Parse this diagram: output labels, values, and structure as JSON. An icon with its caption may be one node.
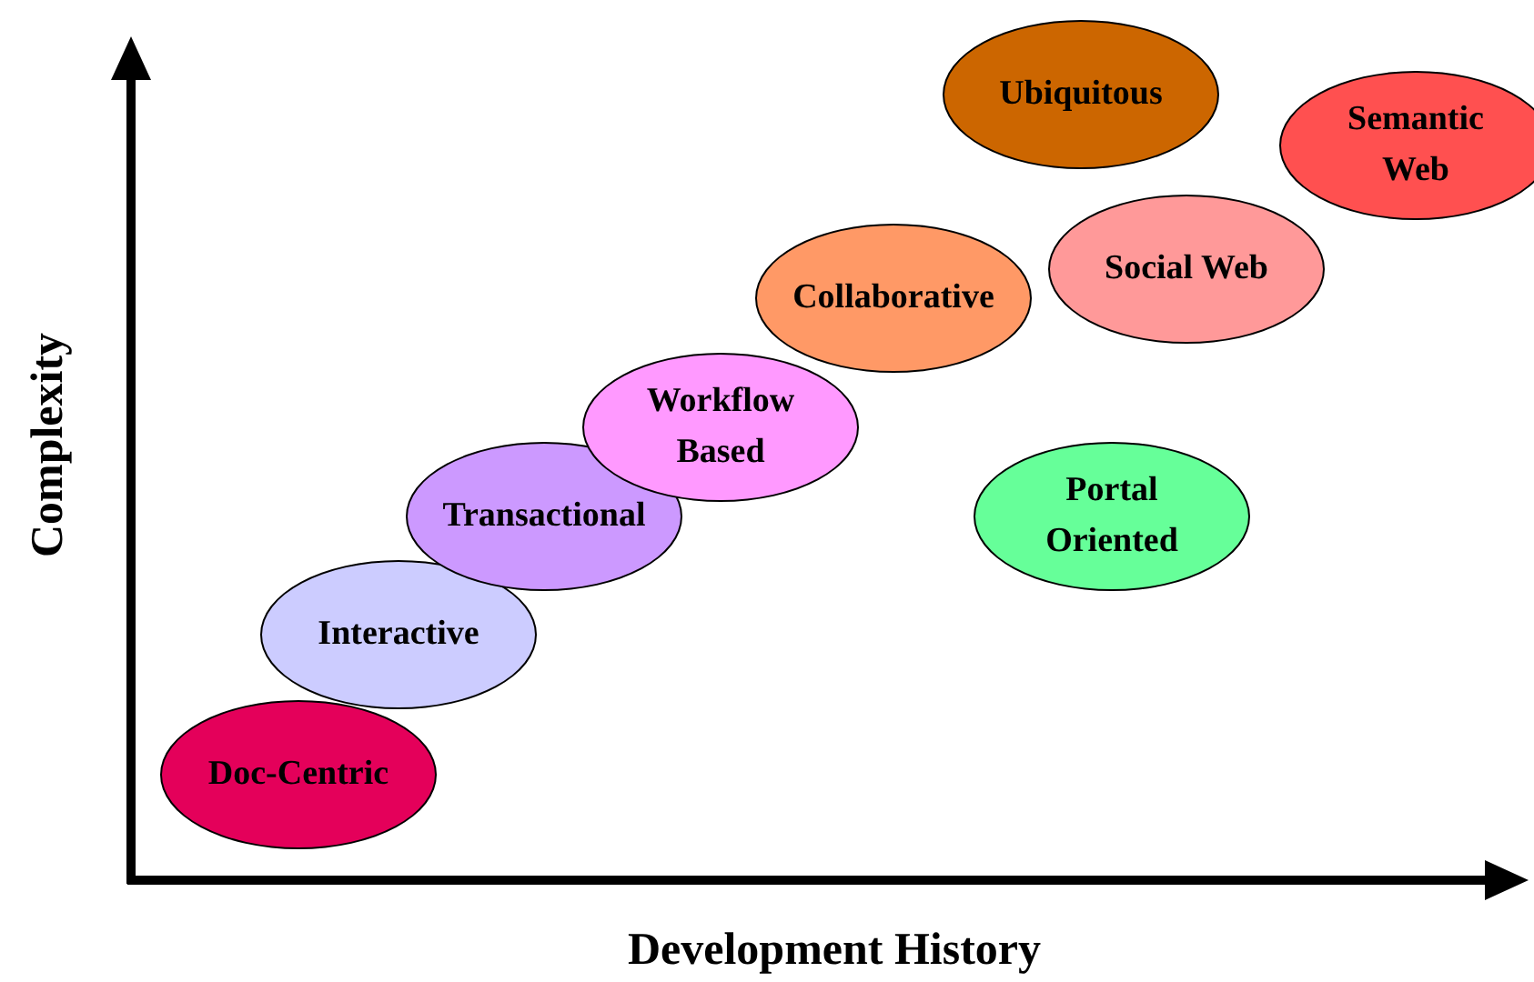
{
  "diagram": {
    "nodes": [
      {
        "text": [
          "Doc-Centric"
        ]
      },
      {
        "text": [
          "Interactive"
        ]
      },
      {
        "text": [
          "Transactional"
        ]
      },
      {
        "text": [
          "Workflow Based"
        ]
      },
      {
        "text": [
          "Collaborative"
        ]
      },
      {
        "text": [
          "Portal Oriented"
        ]
      },
      {
        "text": [
          "Social Web"
        ]
      },
      {
        "text": [
          "Ubiquitous"
        ]
      },
      {
        "text": [
          "Semantic Web"
        ]
      }
    ],
    "labels": [
      "Complexity",
      "Development History"
    ]
  }
}
